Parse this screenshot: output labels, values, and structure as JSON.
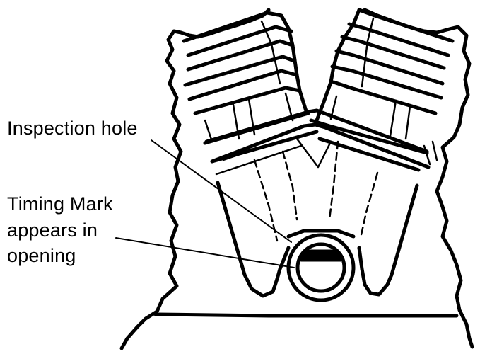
{
  "labels": {
    "inspection_hole": "Inspection hole",
    "timing_mark_lines": [
      "Timing Mark",
      "appears in",
      "opening"
    ]
  },
  "style": {
    "ink": "#000000",
    "background": "#ffffff"
  }
}
